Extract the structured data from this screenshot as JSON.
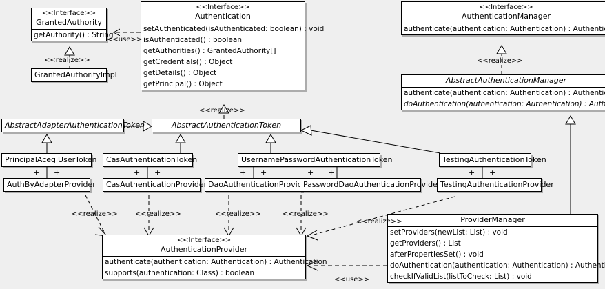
{
  "diagram": {
    "type": "uml-class-diagram",
    "background_color": "#efefef",
    "box_fill": "#ffffff",
    "line_color": "#000000"
  },
  "classes": {
    "granted_authority": {
      "stereotype": "<<Interface>>",
      "name": "GrantedAuthority",
      "abstract": false,
      "members": [
        "getAuthority() : String"
      ]
    },
    "granted_authority_impl": {
      "stereotype": "",
      "name": "GrantedAuthorityImpl",
      "abstract": false,
      "members": []
    },
    "authentication": {
      "stereotype": "<<Interface>>",
      "name": "Authentication",
      "abstract": false,
      "members": [
        "setAuthenticated(isAuthenticated: boolean) : void",
        "isAuthenticated() : boolean",
        "getAuthorities() : GrantedAuthority[]",
        "getCredentials() : Object",
        "getDetails() : Object",
        "getPrincipal() : Object"
      ]
    },
    "authentication_manager": {
      "stereotype": "<<Interface>>",
      "name": "AuthenticationManager",
      "abstract": false,
      "members": [
        "authenticate(authentication: Authentication) : Authentication"
      ]
    },
    "abstract_authentication_manager": {
      "stereotype": "",
      "name": "AbstractAuthenticationManager",
      "abstract": true,
      "members": [
        "authenticate(authentication: Authentication) : Authentication",
        "doAuthentication(authentication: Authentication) : Authentication"
      ],
      "member_styles": [
        "normal",
        "abstract"
      ]
    },
    "abstract_adapter_authentication_token": {
      "stereotype": "",
      "name": "AbstractAdapterAuthenticationToken",
      "abstract": true,
      "members": []
    },
    "abstract_authentication_token": {
      "stereotype": "",
      "name": "AbstractAuthenticationToken",
      "abstract": true,
      "members": []
    },
    "principal_acegi_user_token": {
      "stereotype": "",
      "name": "PrincipalAcegiUserToken",
      "abstract": false,
      "members": []
    },
    "cas_authentication_token": {
      "stereotype": "",
      "name": "CasAuthenticationToken",
      "abstract": false,
      "members": []
    },
    "username_password_authentication_token": {
      "stereotype": "",
      "name": "UsernamePasswordAuthenticationToken",
      "abstract": false,
      "members": []
    },
    "testing_authentication_token": {
      "stereotype": "",
      "name": "TestingAuthenticationToken",
      "abstract": false,
      "members": []
    },
    "auth_by_adapter_provider": {
      "stereotype": "",
      "name": "AuthByAdapterProvider",
      "abstract": false,
      "members": []
    },
    "cas_authentication_provider": {
      "stereotype": "",
      "name": "CasAuthenticationProvider",
      "abstract": false,
      "members": []
    },
    "dao_authentication_provider": {
      "stereotype": "",
      "name": "DaoAuthenticationProvider",
      "abstract": false,
      "members": []
    },
    "password_dao_authentication_provider": {
      "stereotype": "",
      "name": "PasswordDaoAuthenticationProvider",
      "abstract": false,
      "members": []
    },
    "testing_authentication_provider": {
      "stereotype": "",
      "name": "TestingAuthenticationProvider",
      "abstract": false,
      "members": []
    },
    "authentication_provider": {
      "stereotype": "<<Interface>>",
      "name": "AuthenticationProvider",
      "abstract": false,
      "members": [
        "authenticate(authentication: Authentication) : Authentication",
        "supports(authentication: Class) : boolean"
      ]
    },
    "provider_manager": {
      "stereotype": "",
      "name": "ProviderManager",
      "abstract": false,
      "members": [
        "setProviders(newList: List) : void",
        "getProviders() : List",
        "afterPropertiesSet() : void",
        "doAuthentication(authentication: Authentication) : Authentication",
        "checkIfValidList(listToCheck: List) : void"
      ]
    }
  },
  "edge_labels": {
    "use_authentication_granted": "<<use>>",
    "realize_granted_authority_impl": "<<realize>>",
    "realize_abstract_auth_token": "<<realize>>",
    "realize_abstract_auth_manager": "<<realize>>",
    "realize_auth_by_adapter": "<<realize>>",
    "realize_cas_provider": "<<realize>>",
    "realize_dao_provider": "<<realize>>",
    "realize_password_dao_provider": "<<realize>>",
    "realize_testing_provider": "<<realize>>",
    "use_provider_manager": "<<use>>"
  },
  "association_markers": {
    "marker": "+"
  }
}
